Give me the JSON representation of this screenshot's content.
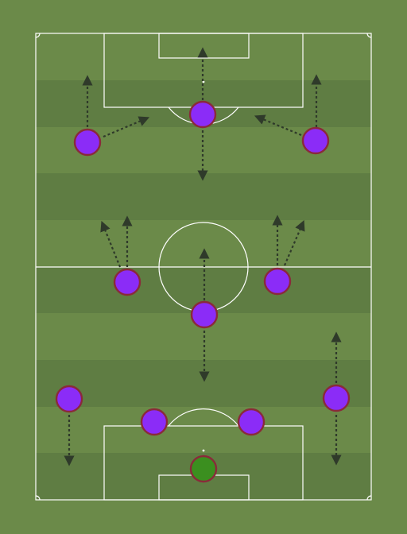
{
  "colors": {
    "pitch_light": "#6b8a49",
    "pitch_dark": "#5f7d43",
    "line": "#ffffff",
    "player_fill": "#8b2cf7",
    "player_stroke": "#8a2a3a",
    "keeper_fill": "#3b8f1f",
    "arrow": "#2f3a2a"
  },
  "players": [
    {
      "id": "gk",
      "role": "keeper"
    },
    {
      "id": "cb-left",
      "role": "outfield"
    },
    {
      "id": "cb-right",
      "role": "outfield"
    },
    {
      "id": "fb-left",
      "role": "outfield"
    },
    {
      "id": "fb-right",
      "role": "outfield"
    },
    {
      "id": "dm",
      "role": "outfield"
    },
    {
      "id": "cm-left",
      "role": "outfield"
    },
    {
      "id": "cm-right",
      "role": "outfield"
    },
    {
      "id": "w-left",
      "role": "outfield"
    },
    {
      "id": "w-right",
      "role": "outfield"
    },
    {
      "id": "st",
      "role": "outfield"
    }
  ]
}
